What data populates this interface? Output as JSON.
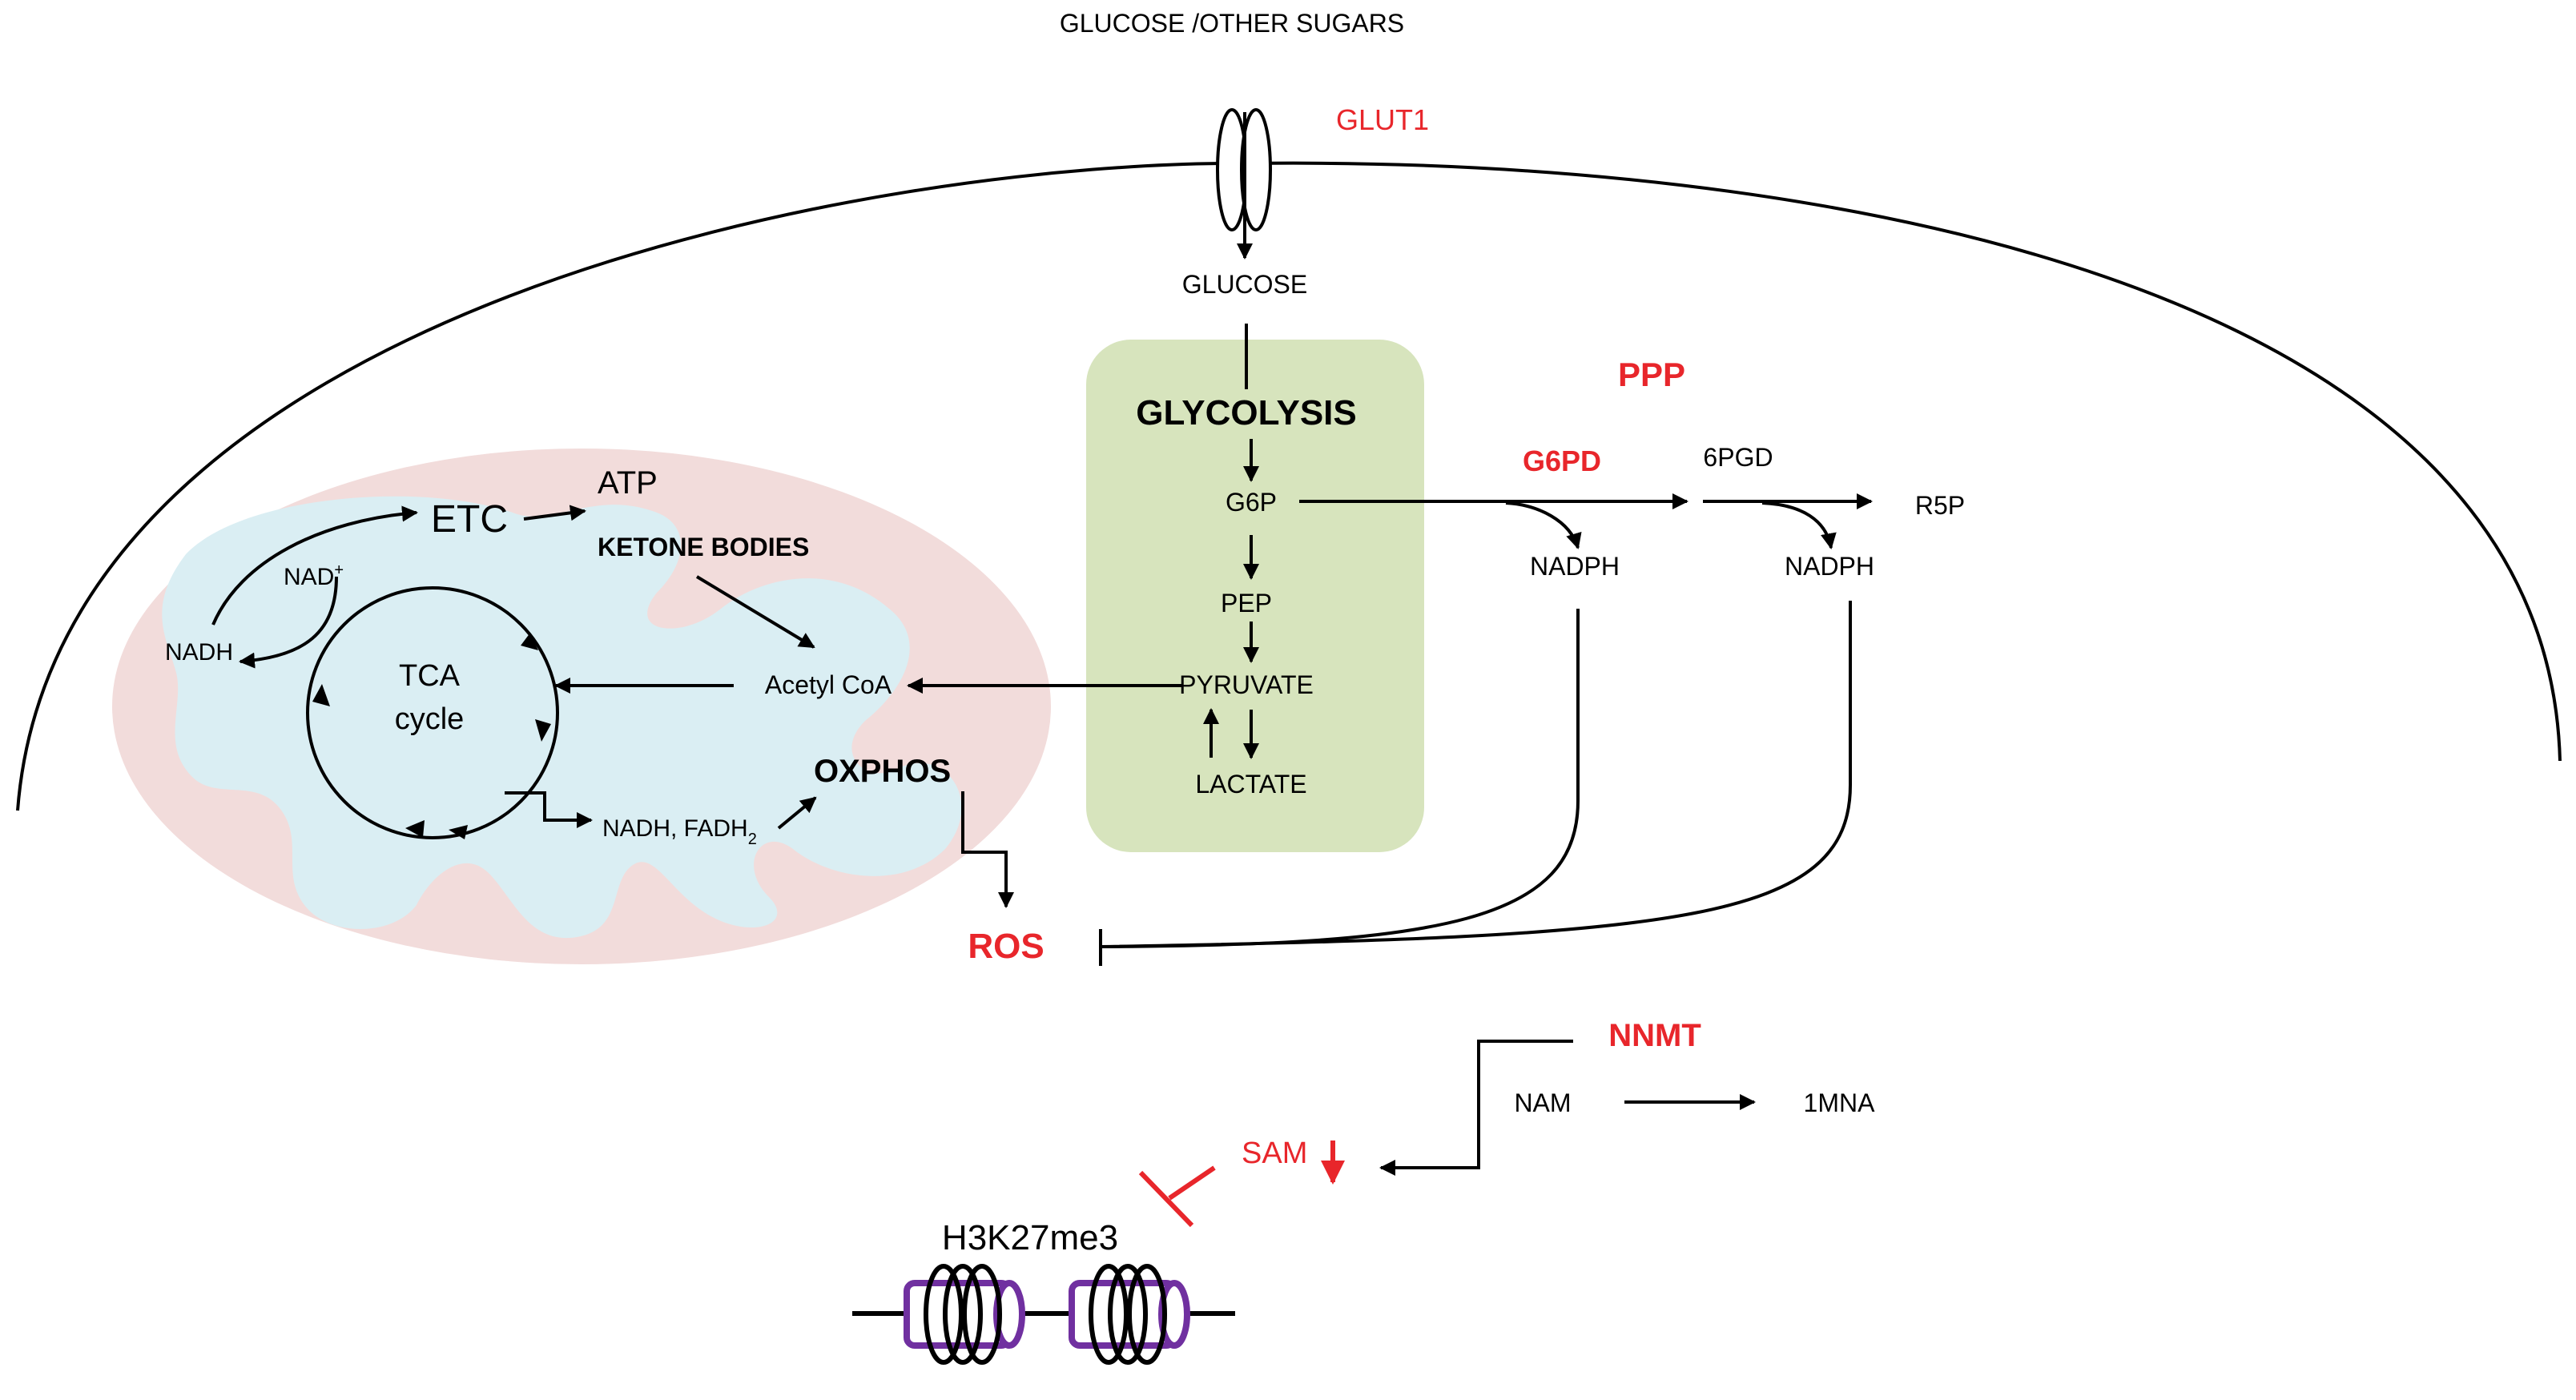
{
  "colors": {
    "red": "#e8262b",
    "green_text": "#76923c",
    "orange": "#e36c0a",
    "mito_fill": "#f2dcdb",
    "cristae_fill": "#daeef3",
    "glycolysis_fill": "#d7e4bd",
    "histone": "#7030a0"
  },
  "labels": {
    "glucose_other_sugars": "GLUCOSE /OTHER SUGARS",
    "glut1": "GLUT1",
    "glucose": "GLUCOSE",
    "glycolysis": "GLYCOLYSIS",
    "g6p": "G6P",
    "pep": "PEP",
    "pyruvate": "PYRUVATE",
    "lactate": "LACTATE",
    "ppp": "PPP",
    "g6pd": "G6PD",
    "pgd6": "6PGD",
    "r5p": "R5P",
    "nadph_1": "NADPH",
    "nadph_2": "NADPH",
    "etc": "ETC",
    "atp": "ATP",
    "ketone_bodies": "KETONE BODIES",
    "nad_plus": "NAD",
    "nad_plus_sup": "+",
    "nadh": "NADH",
    "tca_line1": "TCA",
    "tca_line2": "cycle",
    "acetyl_coa": "Acetyl CoA",
    "nadh_fadh": "NADH, FADH",
    "fadh_sub": "2",
    "oxphos": "OXPHOS",
    "ros": "ROS",
    "nnmt": "NNMT",
    "nam": "NAM",
    "mna": "1MNA",
    "sam": "SAM",
    "h3k27me3": "H3K27me3"
  },
  "icons": {
    "glut1_transporter": "transporter-channel-icon",
    "sam_decrease": "down-arrow-icon",
    "nucleosome": "histone-cylinder-icon"
  }
}
